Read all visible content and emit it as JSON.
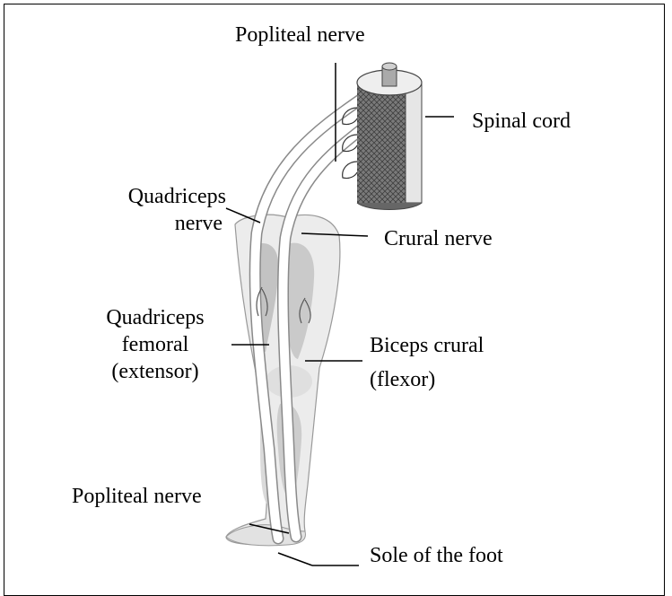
{
  "labels": {
    "popliteal_top": "Popliteal nerve",
    "spinal_cord": "Spinal cord",
    "quadriceps_nerve_1": "Quadriceps",
    "quadriceps_nerve_2": "nerve",
    "crural_nerve": "Crural nerve",
    "quad_femoral_1": "Quadriceps",
    "quad_femoral_2": "femoral",
    "quad_femoral_3": "(extensor)",
    "biceps_1": "Biceps crural",
    "biceps_2": "(flexor)",
    "popliteal_bottom": "Popliteal nerve",
    "sole": "Sole of the foot"
  },
  "colors": {
    "skin": "#e9e9e9",
    "muscle": "#bdbdbd",
    "cord_dark": "#555555",
    "line": "#000000"
  }
}
